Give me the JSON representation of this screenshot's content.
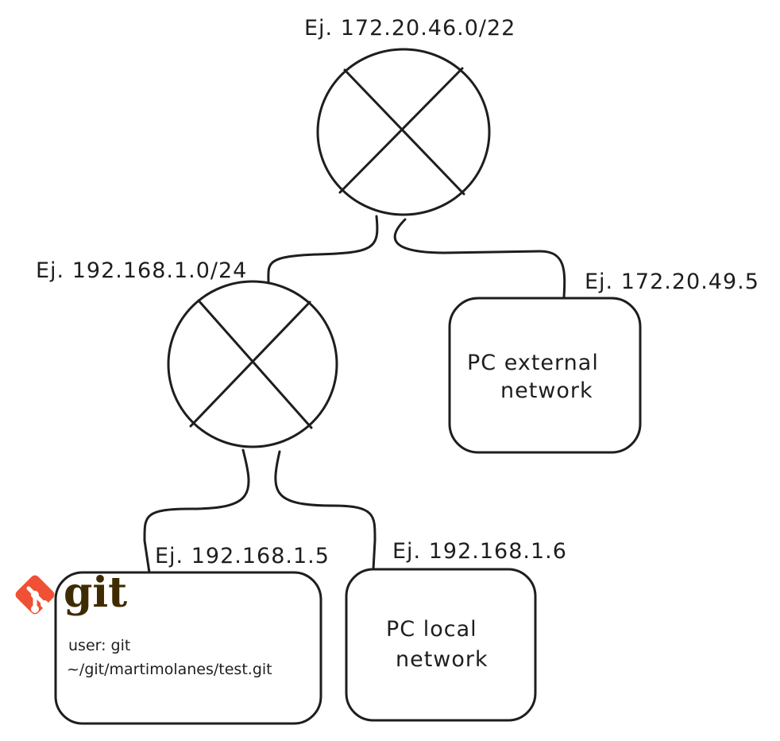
{
  "labels": {
    "router_top_subnet": "Ej. 172.20.46.0/22",
    "router_mid_subnet": "Ej. 192.168.1.0/24",
    "pc_external_ip": "Ej. 172.20.49.5",
    "git_server_ip": "Ej. 192.168.1.5",
    "pc_local_ip": "Ej. 192.168.1.6"
  },
  "nodes": {
    "pc_external": {
      "line1": "PC external",
      "line2": "network"
    },
    "pc_local": {
      "line1": "PC local",
      "line2": "network"
    },
    "git_server": {
      "logo_text": "git",
      "user": "user: git",
      "path": "~/git/martimolanes/test.git"
    }
  },
  "colors": {
    "ink": "#1e1e1e",
    "git_logo": "#f05033",
    "git_wordmark": "#3e2c00"
  },
  "icons": [
    "router-icon",
    "git-logo-icon"
  ]
}
